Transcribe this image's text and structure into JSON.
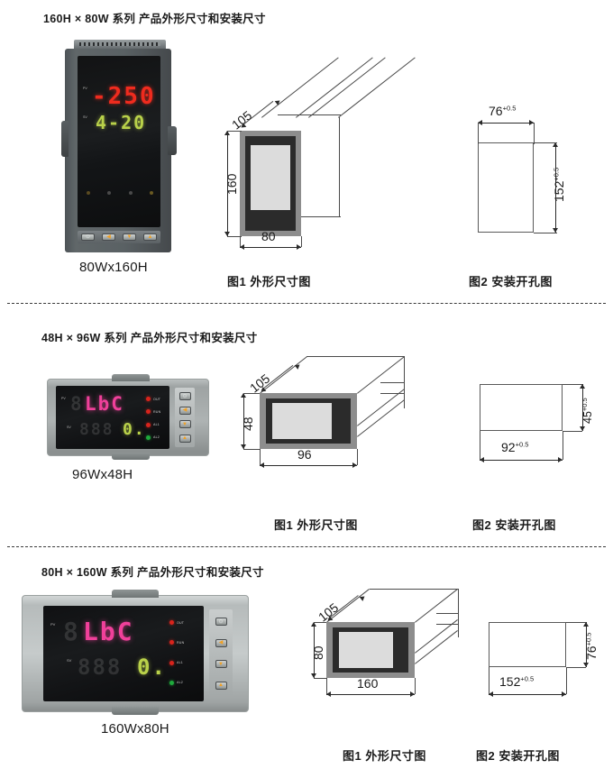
{
  "sections": [
    {
      "title": "160H × 80W 系列 产品外形尺寸和安装尺寸",
      "model_label": "80Wx160H",
      "display": {
        "pv": "-250",
        "sv": "4-20"
      },
      "outline": {
        "depth": "105",
        "height": "160",
        "width": "80"
      },
      "cutout": {
        "width": "76",
        "width_tol": "+0.5",
        "height": "152",
        "height_tol": "+0.5"
      },
      "caption_outline": "图1  外形尺寸图",
      "caption_cutout": "图2  安装开孔图"
    },
    {
      "title": "48H × 96W 系列 产品外形尺寸和安装尺寸",
      "model_label": "96Wx48H",
      "display": {
        "pv": "LbC",
        "sv": "0."
      },
      "lamps": [
        "OUT",
        "RUN",
        "AL1",
        "AL2"
      ],
      "row_marks": {
        "pv": "PV",
        "sv": "SV"
      },
      "outline": {
        "depth": "105",
        "height": "48",
        "width": "96"
      },
      "cutout": {
        "width": "92",
        "width_tol": "+0.5",
        "height": "45",
        "height_tol": "+0.5"
      },
      "caption_outline": "图1  外形尺寸图",
      "caption_cutout": "图2  安装开孔图"
    },
    {
      "title": "80H × 160W 系列 产品外形尺寸和安装尺寸",
      "model_label": "160Wx80H",
      "display": {
        "pv": "LbC",
        "sv": "0."
      },
      "lamps": [
        "OUT",
        "RUN",
        "AL1",
        "AL2"
      ],
      "row_marks": {
        "pv": "PV",
        "sv": "SV"
      },
      "outline": {
        "depth": "105",
        "height": "80",
        "width": "160"
      },
      "cutout": {
        "width": "152",
        "width_tol": "+0.5",
        "height": "76",
        "height_tol": "+0.5"
      },
      "caption_outline": "图1  外形尺寸图",
      "caption_cutout": "图2  安装开孔图"
    }
  ],
  "keys": {
    "set": "⊙",
    "left": "◀",
    "down": "▼",
    "up": "▲"
  },
  "colors": {
    "digit_red": "#ef2b1e",
    "digit_green": "#b9d14a",
    "digit_pink": "#f0409a",
    "lamp_red": "#d8241c",
    "lamp_green": "#1faa3c",
    "line": "#2a2a2a"
  }
}
